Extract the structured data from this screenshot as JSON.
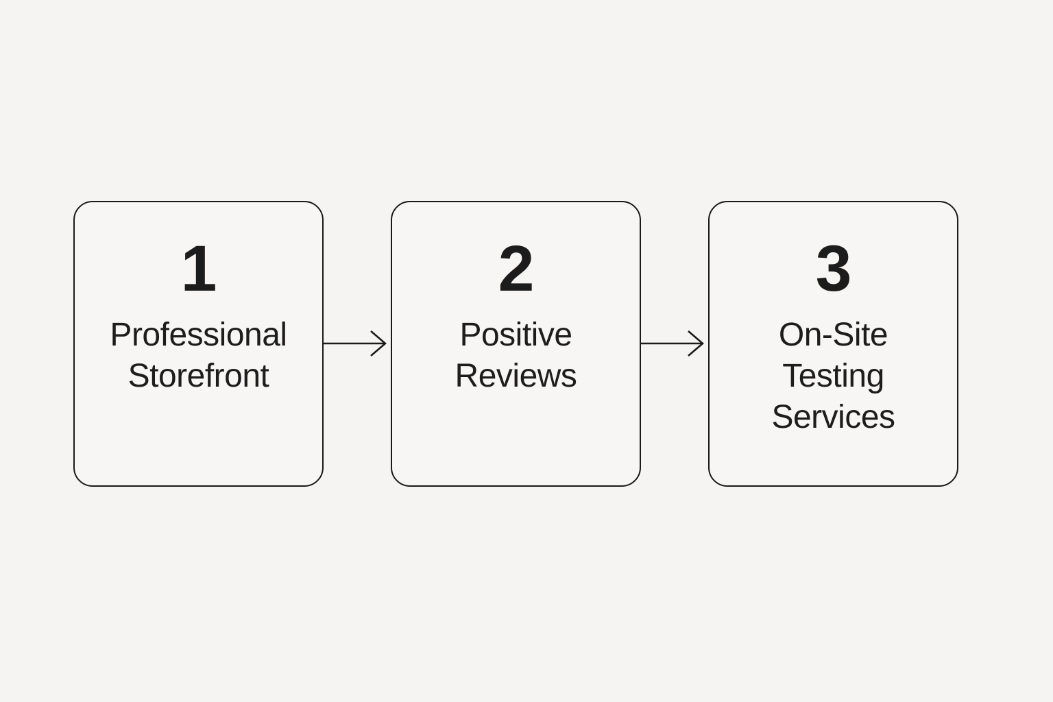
{
  "diagram": {
    "type": "flowchart-horizontal",
    "connector": "arrow-right",
    "colors": {
      "background": "#f5f4f3",
      "box_fill": "#f7f6f5",
      "border": "#191919",
      "text": "#1d1d1d"
    },
    "steps": [
      {
        "number": "1",
        "label": "Professional Storefront",
        "lines": [
          "Professional",
          "Storefront"
        ]
      },
      {
        "number": "2",
        "label": "Positive Reviews",
        "lines": [
          "Positive",
          "Reviews"
        ]
      },
      {
        "number": "3",
        "label": "On-Site Testing Services",
        "lines": [
          "On-Site",
          "Testing",
          "Services"
        ]
      }
    ]
  }
}
